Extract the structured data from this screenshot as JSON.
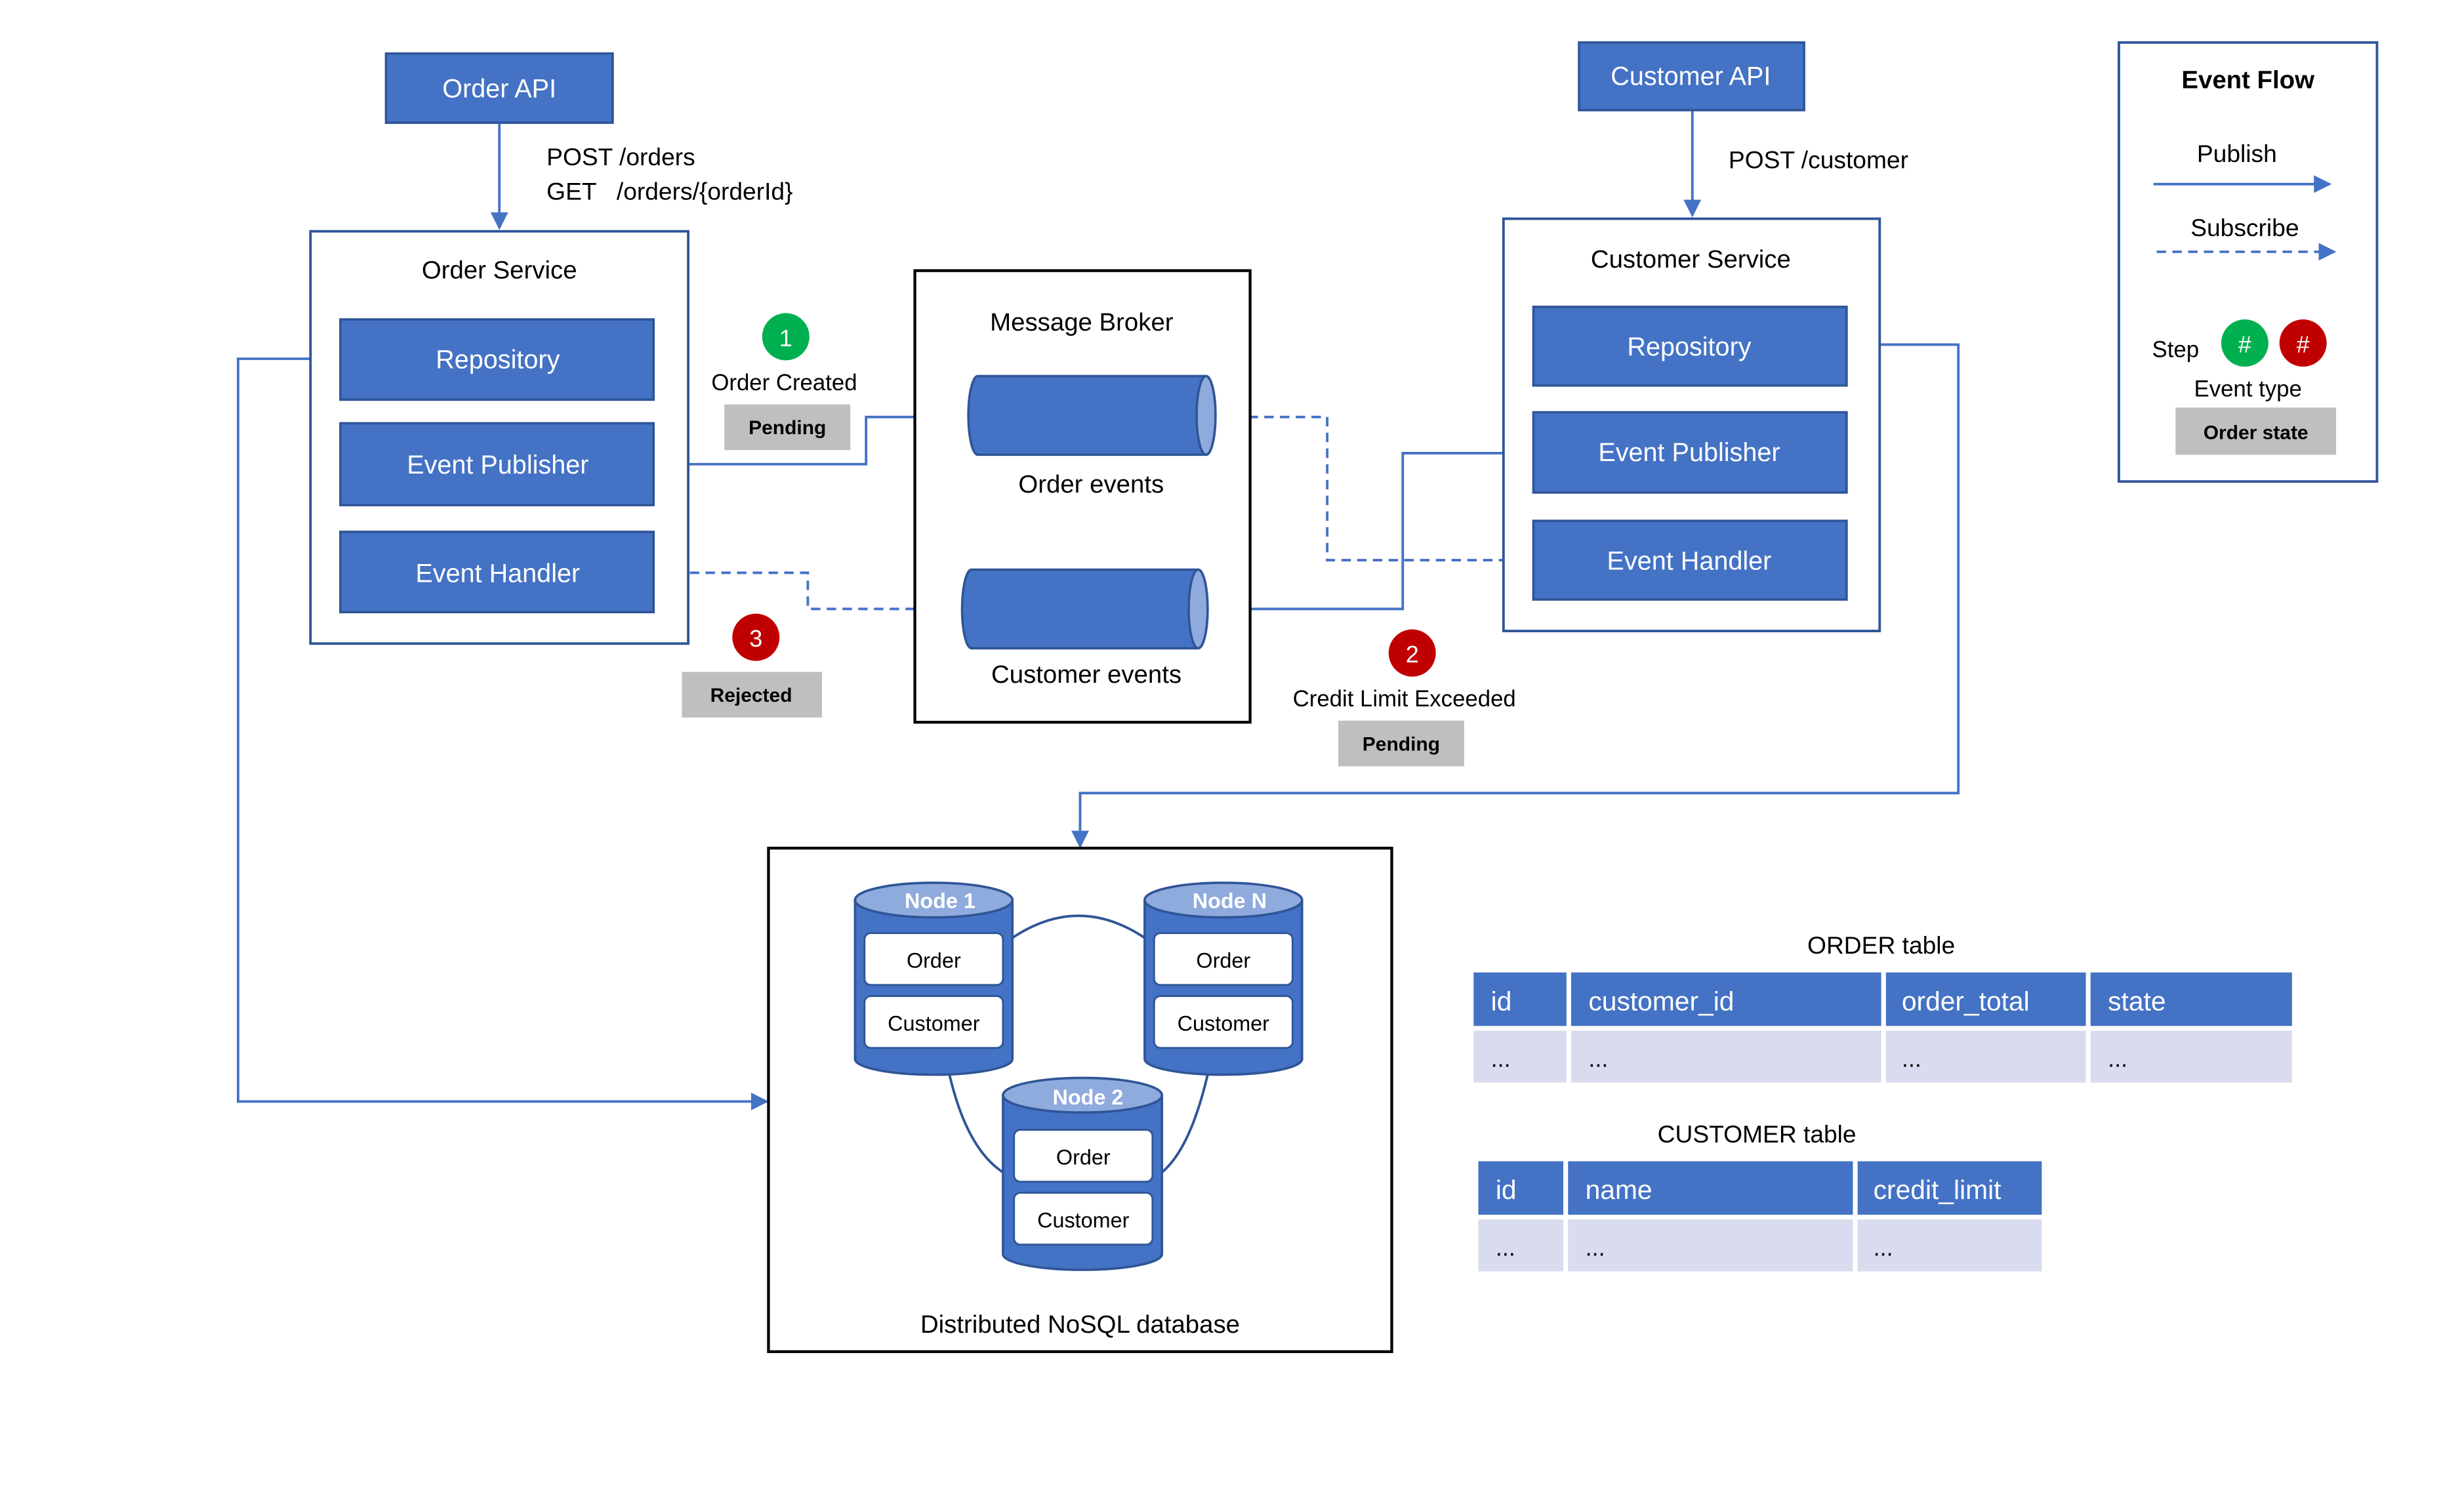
{
  "colors": {
    "box_blue": "#4472c4",
    "box_border": "#2f5597",
    "arrow": "#4472c4",
    "node_header": "#8faadc",
    "table_header": "#4472c4",
    "table_row": "#d9dcef",
    "state_grey": "#bfbfbf",
    "step_green": "#00b050",
    "step_red": "#c00000",
    "text_dark": "#000000",
    "text_white": "#ffffff"
  },
  "order_api": {
    "label": "Order API",
    "routes": [
      "POST /orders",
      "GET   /orders/{orderId}"
    ]
  },
  "customer_api": {
    "label": "Customer API",
    "route": "POST /customer"
  },
  "order_service": {
    "title": "Order Service",
    "components": [
      "Repository",
      "Event Publisher",
      "Event Handler"
    ]
  },
  "customer_service": {
    "title": "Customer Service",
    "components": [
      "Repository",
      "Event Publisher",
      "Event Handler"
    ]
  },
  "message_broker": {
    "title": "Message Broker",
    "queues": [
      "Order events",
      "Customer events"
    ]
  },
  "steps": [
    {
      "number": "1",
      "event": "Order Created",
      "state": "Pending",
      "color": "green"
    },
    {
      "number": "2",
      "event": "Credit Limit Exceeded",
      "state": "Pending",
      "color": "red"
    },
    {
      "number": "3",
      "event": "",
      "state": "Rejected",
      "color": "red"
    }
  ],
  "database": {
    "title": "Distributed NoSQL database",
    "nodes": [
      {
        "name": "Node 1",
        "items": [
          "Order",
          "Customer"
        ]
      },
      {
        "name": "Node N",
        "items": [
          "Order",
          "Customer"
        ]
      },
      {
        "name": "Node 2",
        "items": [
          "Order",
          "Customer"
        ]
      }
    ]
  },
  "legend": {
    "title": "Event Flow",
    "publish": "Publish",
    "subscribe": "Subscribe",
    "step": "Step",
    "step_symbol": "#",
    "event_type": "Event type",
    "order_state": "Order state"
  },
  "order_table": {
    "title": "ORDER table",
    "columns": [
      "id",
      "customer_id",
      "order_total",
      "state"
    ],
    "rows": [
      [
        "...",
        "...",
        "...",
        "..."
      ]
    ]
  },
  "customer_table": {
    "title": "CUSTOMER table",
    "columns": [
      "id",
      "name",
      "credit_limit"
    ],
    "rows": [
      [
        "...",
        "...",
        "..."
      ]
    ]
  }
}
